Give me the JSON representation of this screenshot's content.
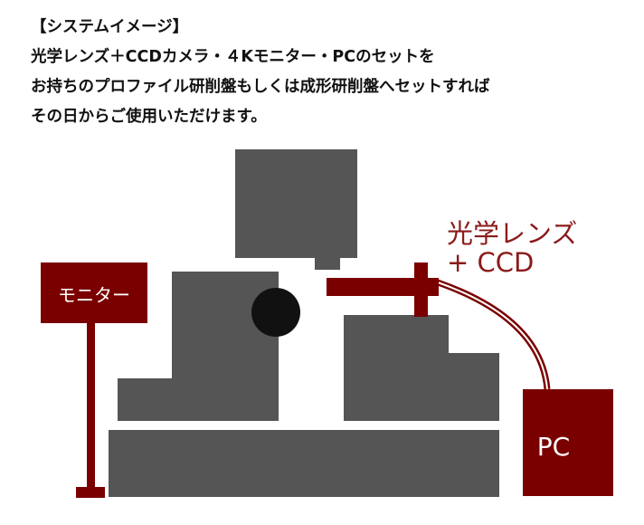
{
  "caption": {
    "heading": "【システムイメージ】",
    "lines": [
      "光学レンズ＋CCDカメラ・４Kモニター・PCのセットを",
      "お持ちのプロファイル研削盤もしくは成形研削盤へセットすれば",
      "その日からご使用いただけます。"
    ]
  },
  "diagram": {
    "monitor_label": "モニター",
    "lens_label_line1": "光学レンズ",
    "lens_label_line2": "+ CCD",
    "pc_label": "PC",
    "colors": {
      "machine": "#555555",
      "accent": "#7a0000",
      "spindle": "#111111",
      "label_on_accent": "#ffffff",
      "lens_label": "#8b1a1a"
    }
  }
}
